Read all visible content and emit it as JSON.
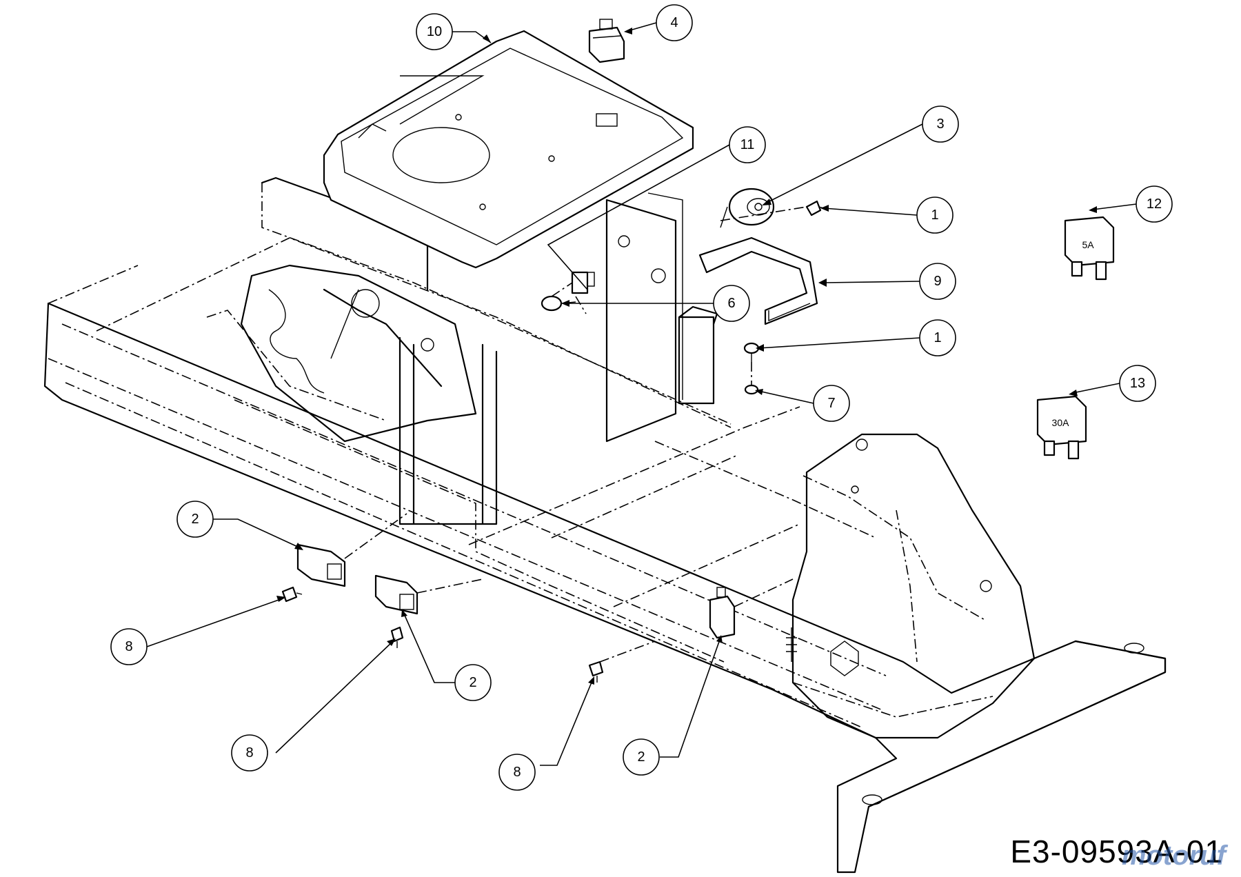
{
  "diagram": {
    "drawing_code": "E3-09593A-01",
    "watermark": "motoruf",
    "fuse_labels": {
      "small": "5A",
      "large": "30A"
    },
    "callouts": [
      {
        "id": "c10",
        "label": "10"
      },
      {
        "id": "c4",
        "label": "4"
      },
      {
        "id": "c3",
        "label": "3"
      },
      {
        "id": "c11",
        "label": "11"
      },
      {
        "id": "c1a",
        "label": "1"
      },
      {
        "id": "c12",
        "label": "12"
      },
      {
        "id": "c9",
        "label": "9"
      },
      {
        "id": "c6",
        "label": "6"
      },
      {
        "id": "c1b",
        "label": "1"
      },
      {
        "id": "c7",
        "label": "7"
      },
      {
        "id": "c13",
        "label": "13"
      },
      {
        "id": "c2a",
        "label": "2"
      },
      {
        "id": "c8a",
        "label": "8"
      },
      {
        "id": "c2b",
        "label": "2"
      },
      {
        "id": "c8b",
        "label": "8"
      },
      {
        "id": "c8c",
        "label": "8"
      },
      {
        "id": "c2c",
        "label": "2"
      }
    ]
  }
}
